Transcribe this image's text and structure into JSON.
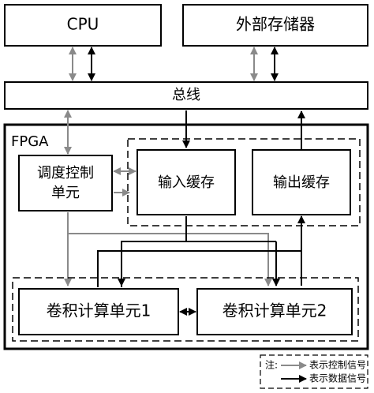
{
  "blocks": {
    "cpu": "CPU",
    "external_memory": "外部存储器",
    "bus": "总线",
    "fpga": "FPGA",
    "scheduler": [
      "调度控制",
      "单元"
    ],
    "input_buffer": "输入缓存",
    "output_buffer": "输出缓存",
    "conv1": "卷积计算单元1",
    "conv2": "卷积计算单元2"
  },
  "legend": {
    "note": "注:",
    "control_signal": "表示控制信号",
    "data_signal": "表示数据信号"
  },
  "colors": {
    "control": "#8a8a8a",
    "data": "#000000"
  }
}
